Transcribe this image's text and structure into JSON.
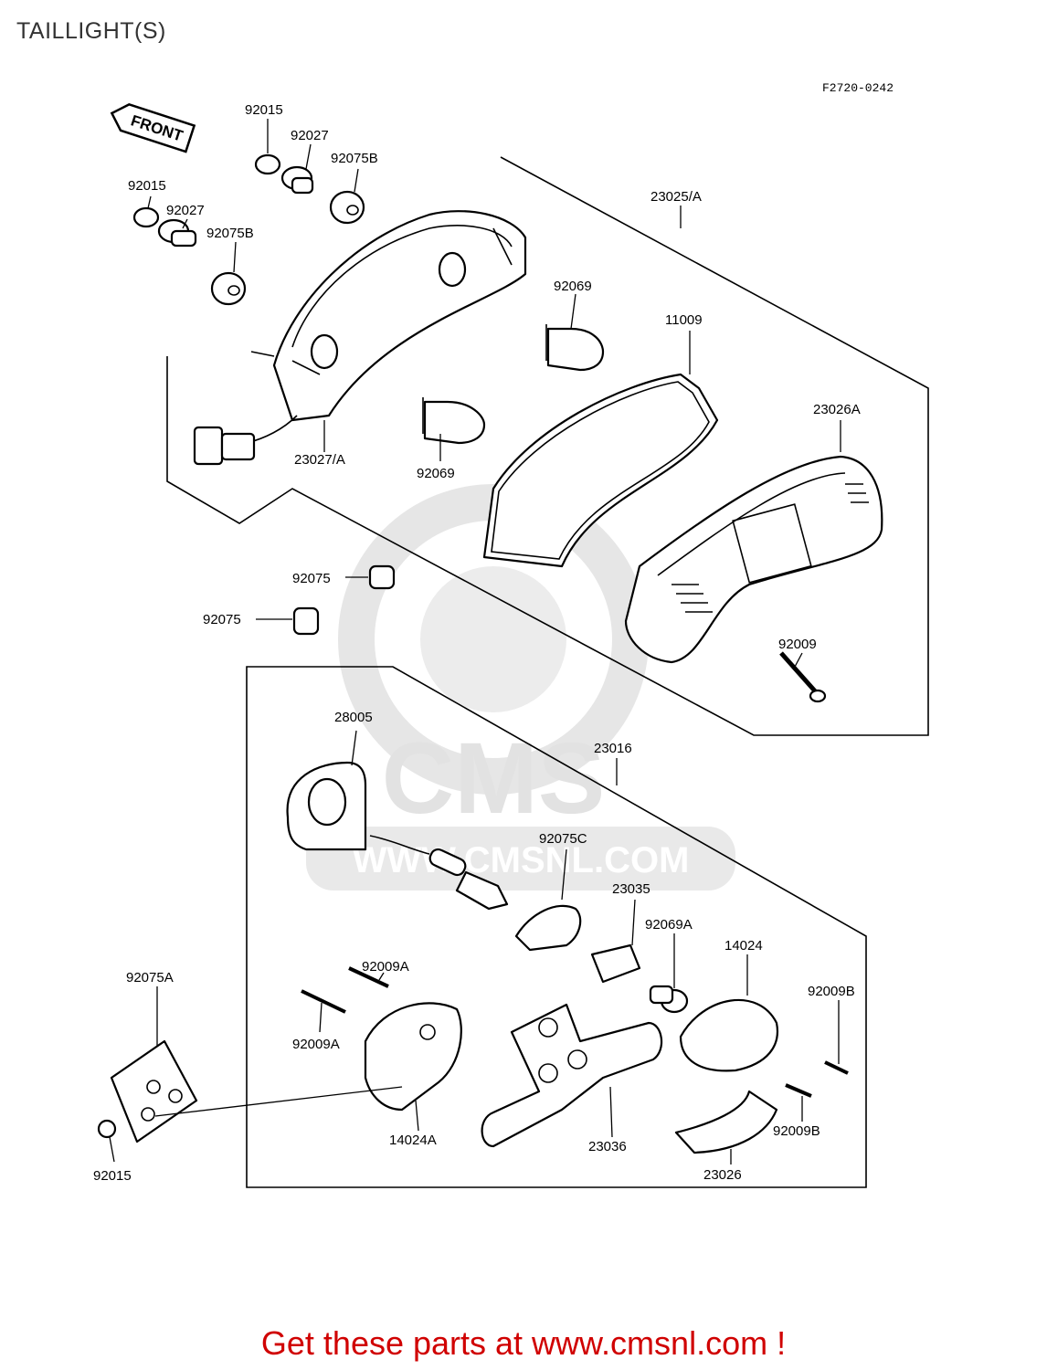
{
  "title": "TAILLIGHT(S)",
  "diagram_code": "F2720-0242",
  "front_arrow_label": "FRONT",
  "watermark": {
    "brand": "CMS",
    "site": "WWW.CMSNL.COM"
  },
  "footer": "Get these parts at www.cmsnl.com !",
  "colors": {
    "footer_text": "#d00000",
    "watermark": "#e2e2e2",
    "lines": "#000000"
  },
  "part_labels": {
    "p92015_a": "92015",
    "p92027_a": "92027",
    "p92075b_a": "92075B",
    "p92015_b": "92015",
    "p92027_b": "92027",
    "p92075b_b": "92075B",
    "p23025a": "23025/A",
    "p92069_a": "92069",
    "p11009": "11009",
    "p23026a": "23026A",
    "p23027a": "23027/A",
    "p92069_b": "92069",
    "p92075_a": "92075",
    "p92075_b": "92075",
    "p92009": "92009",
    "p28005": "28005",
    "p23016": "23016",
    "p92075c": "92075C",
    "p23035": "23035",
    "p92069a": "92069A",
    "p14024": "14024",
    "p92075a": "92075A",
    "p92009a_a": "92009A",
    "p92009a_b": "92009A",
    "p92009b_a": "92009B",
    "p92009b_b": "92009B",
    "p14024a": "14024A",
    "p23036": "23036",
    "p23026": "23026",
    "p92015_c": "92015"
  }
}
